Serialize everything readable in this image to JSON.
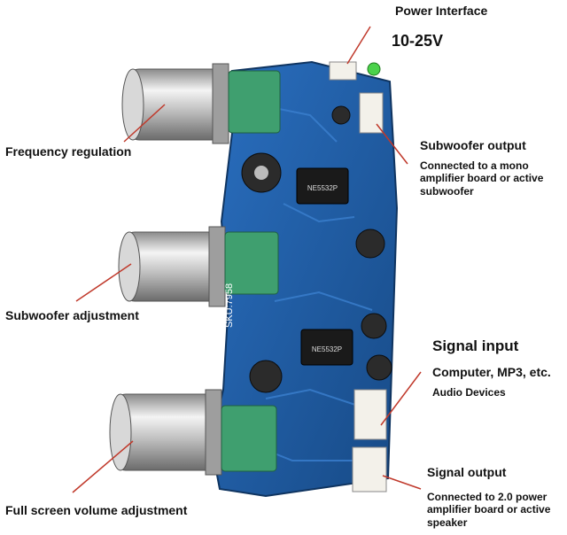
{
  "labels": {
    "power_interface": "Power Interface",
    "voltage": "10-25V",
    "frequency_regulation": "Frequency regulation",
    "subwoofer_output_title": "Subwoofer output",
    "subwoofer_output_desc": "Connected to a mono amplifier board or active subwoofer",
    "subwoofer_adjustment": "Subwoofer adjustment",
    "signal_input_title": "Signal input",
    "signal_input_desc": "Computer, MP3, etc.",
    "signal_input_desc2": "Audio Devices",
    "signal_output_title": "Signal output",
    "signal_output_desc": "Connected to 2.0 power amplifier board or active speaker",
    "full_volume_adjustment": "Full screen volume adjustment"
  },
  "board_text": {
    "sku": "SKU:7958",
    "chip": "NE5532P",
    "chip2": "NE5532P"
  },
  "colors": {
    "pcb": "#1f5fa8",
    "pcb_dark": "#174a86",
    "pot_green": "#3f9f6f",
    "pointer_line": "#c0392b",
    "knob_metal": "#cfcfcf",
    "chip": "#1a1a1a",
    "connector": "#f3f1ea"
  }
}
